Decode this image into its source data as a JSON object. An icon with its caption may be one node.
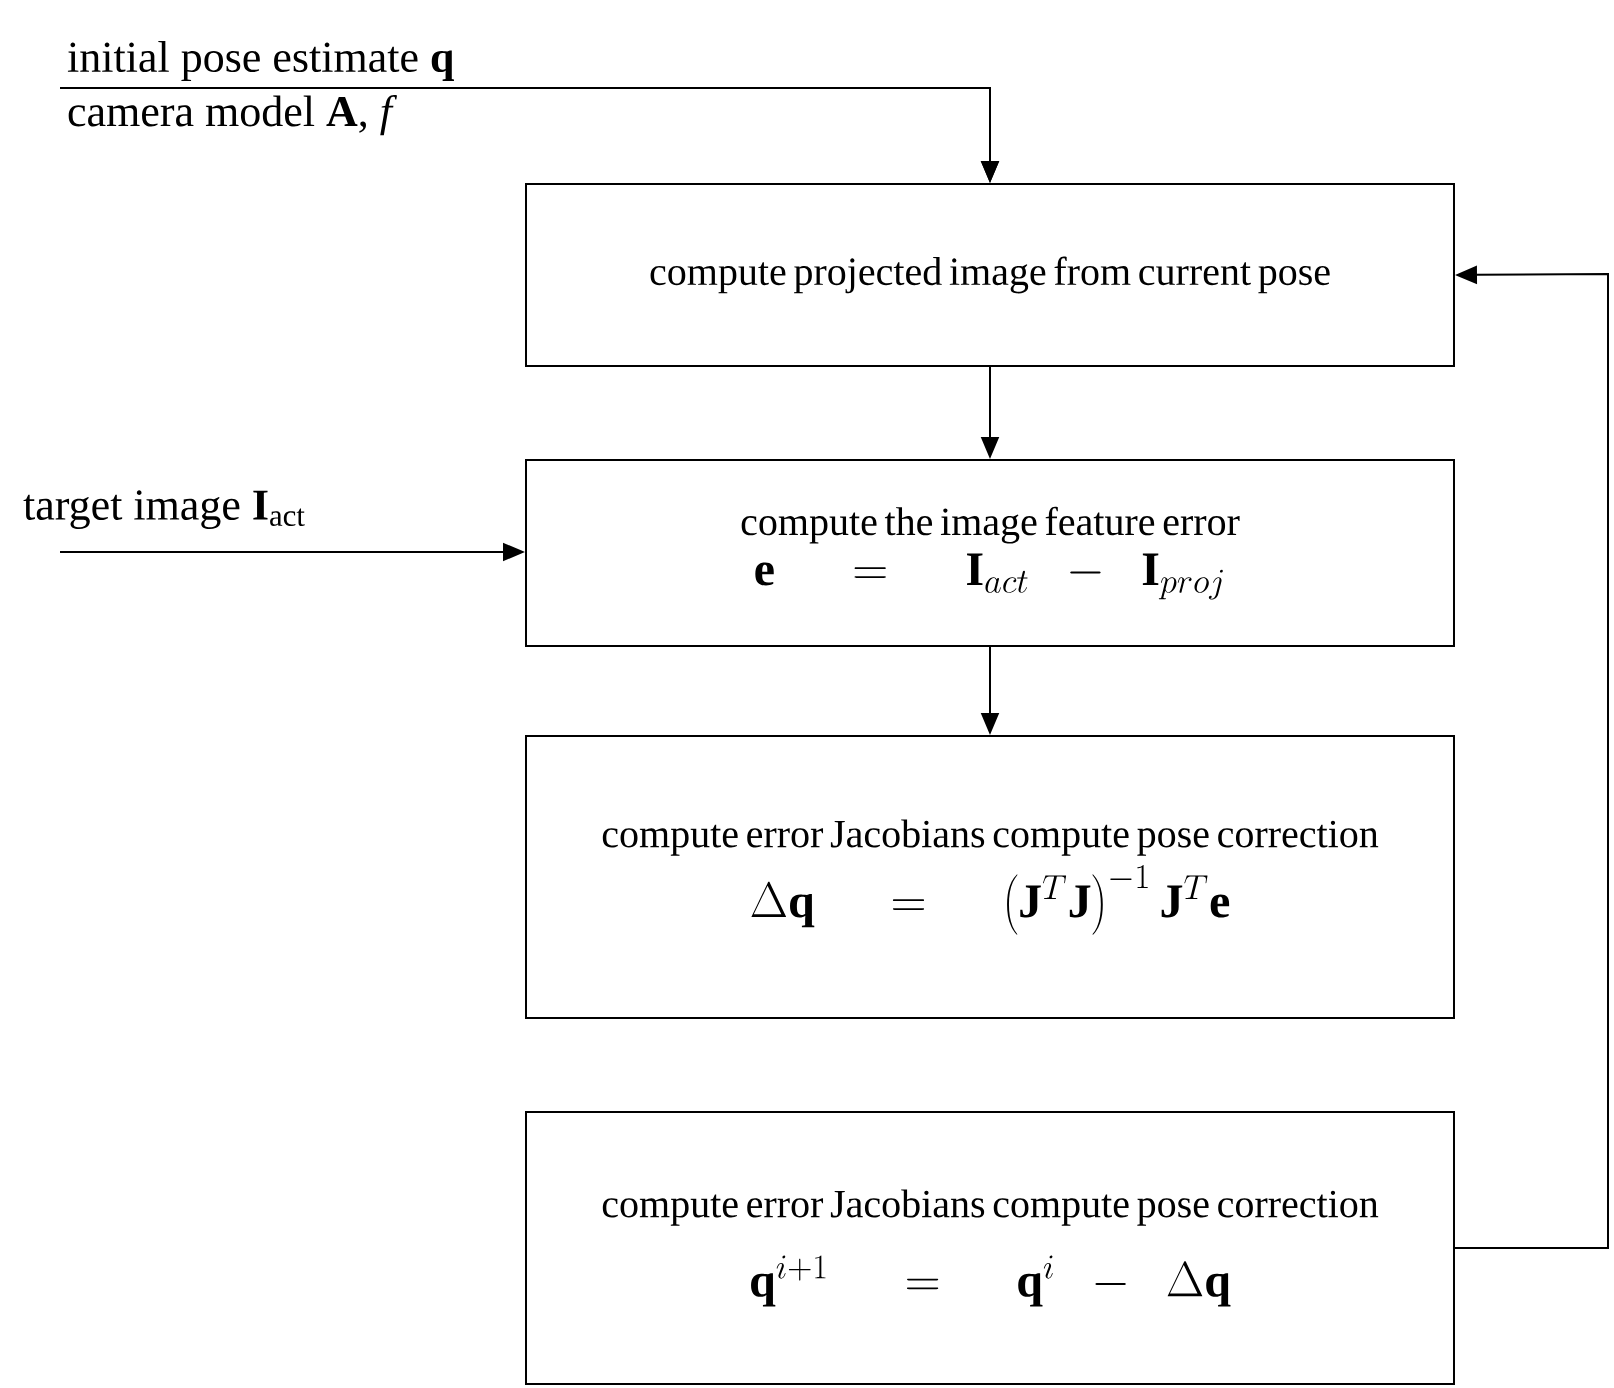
{
  "diagram": {
    "nodes": [
      {
        "text": [
          "initial pose estimate **q**"
        ]
      },
      {
        "text": [
          "camera model **A**, *f*"
        ]
      },
      {
        "text": [
          "compute projected image from current pose"
        ]
      },
      {
        "text": [
          "target image **I**$_{act}$"
        ]
      },
      {
        "text": [
          "compute the image feature error",
          "\\mathbf{e}=\\mathbf{I}_{act}-\\mathbf{I}_{proj}"
        ]
      },
      {
        "text": [
          "compute error Jacobians compute pose correction",
          "\\Delta\\mathbf{q}=\\left(\\mathbf{J}^{T}\\mathbf{J}\\right)^{-1}\\mathbf{J}^{T}\\mathbf{e}"
        ]
      },
      {
        "text": [
          "compute error Jacobians compute pose correction",
          "\\mathbf{q}^{i+1}=\\mathbf{q}^{i}-\\Delta\\mathbf{q}"
        ]
      }
    ],
    "edges": [
      {
        "from": 0,
        "to": 2,
        "arrow": "to"
      },
      {
        "from": 1,
        "to": 2,
        "arrow": "to"
      },
      {
        "from": 2,
        "to": 4,
        "arrow": "to"
      },
      {
        "from": 3,
        "to": 4,
        "arrow": "to"
      },
      {
        "from": 4,
        "to": 5,
        "arrow": "to"
      },
      {
        "from": 6,
        "to": 2,
        "arrow": "to"
      }
    ]
  }
}
